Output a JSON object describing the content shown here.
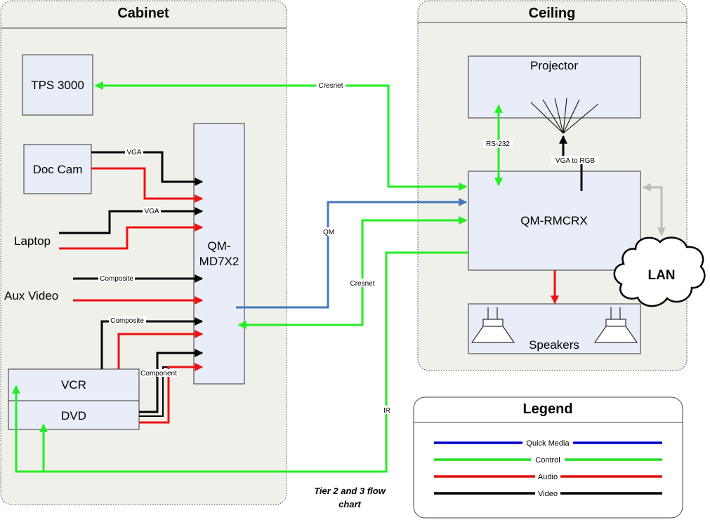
{
  "panels": {
    "cabinet": "Cabinet",
    "ceiling": "Ceiling",
    "legend": "Legend"
  },
  "devices": {
    "tps": "TPS 3000",
    "doc_cam": "Doc Cam",
    "laptop": "Laptop",
    "aux_video": "Aux Video",
    "md_line1": "QM-",
    "md_line2": "MD7X2",
    "vcr": "VCR",
    "dvd": "DVD",
    "projector": "Projector",
    "rmcrx": "QM-RMCRX",
    "speakers": "Speakers",
    "lan": "LAN"
  },
  "connection_labels": {
    "cresnet_top": "Cresnet",
    "vga_doc": "VGA",
    "vga_laptop": "VGA",
    "composite_aux": "Composite",
    "composite_vcr": "Composite",
    "component": "Component",
    "qm": "QM",
    "cresnet_mid": "Cresnet",
    "ir": "IR",
    "rs232": "RS-232",
    "vga_to_rgb": "VGA to RGB"
  },
  "legend": {
    "items": [
      {
        "label": "Quick Media",
        "color": "#0000cc"
      },
      {
        "label": "Control",
        "color": "#22dd22"
      },
      {
        "label": "Audio",
        "color": "#dd1111"
      },
      {
        "label": "Video",
        "color": "#000000"
      }
    ]
  },
  "caption": {
    "line1": "Tier 2 and 3 flow",
    "line2": "chart"
  },
  "colors": {
    "control": "#22ee22",
    "audio": "#ee1111",
    "video": "#000000",
    "quick_media": "#4477bb",
    "lan_link": "#bbbbbb"
  }
}
